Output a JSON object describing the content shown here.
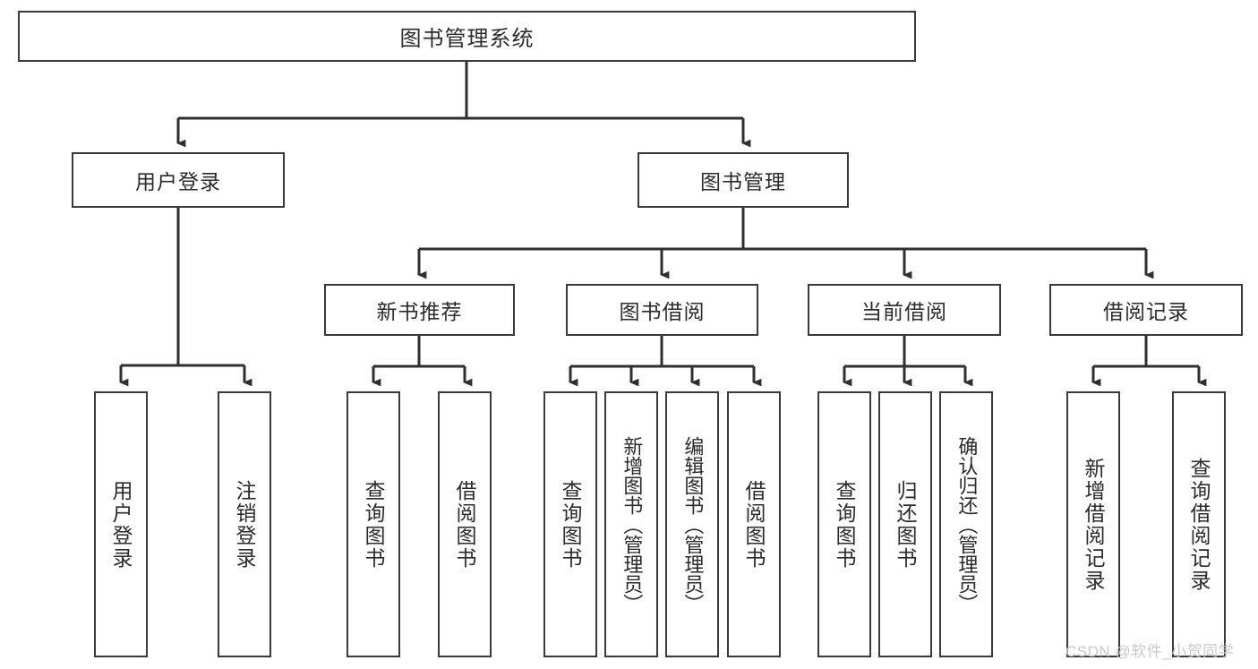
{
  "diagram": {
    "title": "图书管理系统",
    "type": "hierarchy-tree",
    "root": {
      "label": "图书管理系统"
    },
    "level2": [
      {
        "label": "用户登录"
      },
      {
        "label": "图书管理"
      }
    ],
    "level3": [
      {
        "label": "新书推荐"
      },
      {
        "label": "图书借阅"
      },
      {
        "label": "当前借阅"
      },
      {
        "label": "借阅记录"
      }
    ],
    "leaves": {
      "user_login": [
        {
          "label": "用户登录"
        },
        {
          "label": "注销登录"
        }
      ],
      "new_book_recommend": [
        {
          "label": "查询图书"
        },
        {
          "label": "借阅图书"
        }
      ],
      "book_borrow": [
        {
          "label": "查询图书"
        },
        {
          "label": "新增图书（管理员）"
        },
        {
          "label": "编辑图书（管理员）"
        },
        {
          "label": "借阅图书"
        }
      ],
      "current_borrow": [
        {
          "label": "查询图书"
        },
        {
          "label": "归还图书"
        },
        {
          "label": "确认归还（管理员）"
        }
      ],
      "borrow_record": [
        {
          "label": "新增借阅记录"
        },
        {
          "label": "查询借阅记录"
        }
      ]
    }
  },
  "watermark": {
    "text": "CSDN @软件_小贺同学"
  },
  "colors": {
    "box_border": "#3a3a3a",
    "box_fill": "#ffffff",
    "text": "#2b2b2b",
    "connector": "#2f2f2f",
    "watermark": "#c9c9c9"
  }
}
